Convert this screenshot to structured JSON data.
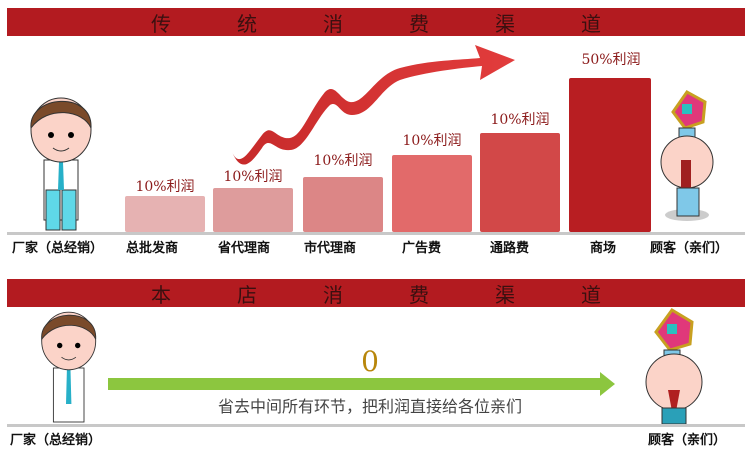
{
  "traditional": {
    "title_chars": [
      "传",
      "统",
      "消",
      "费",
      "渠",
      "道"
    ],
    "manufacturer": "厂家（总经销）",
    "customer": "顾客（亲们）",
    "stages": [
      {
        "label": "总批发商",
        "profit": "10%利润"
      },
      {
        "label": "省代理商",
        "profit": "10%利润"
      },
      {
        "label": "市代理商",
        "profit": "10%利润"
      },
      {
        "label": "广告费",
        "profit": "10%利润"
      },
      {
        "label": "通路费",
        "profit": "10%利润"
      },
      {
        "label": "商场",
        "profit": "50%利润"
      }
    ]
  },
  "direct": {
    "title_chars": [
      "本",
      "店",
      "消",
      "费",
      "渠",
      "道"
    ],
    "zero": "0",
    "caption": "省去中间所有环节，把利润直接给各位亲们",
    "manufacturer": "厂家（总经销）",
    "customer": "顾客（亲们）"
  },
  "colors": {
    "banner": "#b31b20",
    "arrow": "#8cc63f",
    "bar_dark": "#b81e22",
    "bar_light": "#e8a0a0"
  }
}
